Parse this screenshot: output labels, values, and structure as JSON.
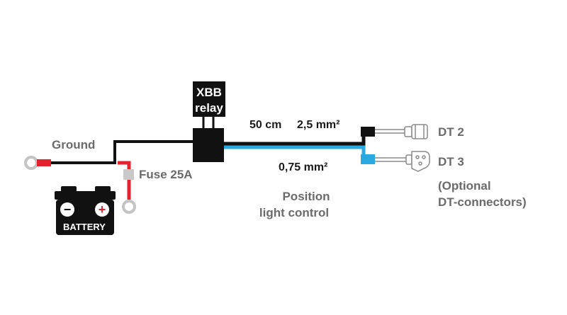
{
  "relay": {
    "line1": "XBB",
    "line2": "relay"
  },
  "labels": {
    "ground": "Ground",
    "fuse": "Fuse 25A",
    "length": "50 cm",
    "main_cross_section": "2,5 mm²",
    "signal_cross_section": "0,75 mm²",
    "position_line1": "Position",
    "position_line2": "light control",
    "dt2": "DT 2",
    "dt3": "DT 3",
    "optional_line1": "(Optional",
    "optional_line2": "DT-connectors)"
  },
  "battery": {
    "label": "BATTERY",
    "minus": "−",
    "plus": "+"
  },
  "colors": {
    "wire_black": "#111111",
    "wire_blue": "#29a9e0",
    "wire_red": "#e3222d",
    "label_gray": "#6b6b6b",
    "fuse_gray": "#c9c9c9"
  }
}
